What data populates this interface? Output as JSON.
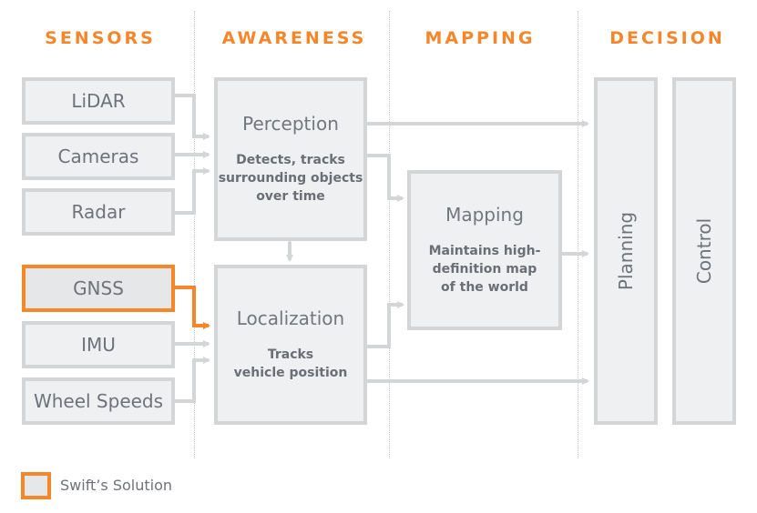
{
  "headers": {
    "sensors": "SENSORS",
    "awareness": "AWARENESS",
    "mapping": "MAPPING",
    "decision": "DECISION"
  },
  "sensors": [
    {
      "label": "LiDAR",
      "highlighted": false
    },
    {
      "label": "Cameras",
      "highlighted": false
    },
    {
      "label": "Radar",
      "highlighted": false
    },
    {
      "label": "GNSS",
      "highlighted": true
    },
    {
      "label": "IMU",
      "highlighted": false
    },
    {
      "label": "Wheel Speeds",
      "highlighted": false
    }
  ],
  "awareness": {
    "perception": {
      "title": "Perception",
      "desc_lines": [
        "Detects, tracks",
        "surrounding objects",
        "over time"
      ]
    },
    "localization": {
      "title": "Localization",
      "desc_lines": [
        "Tracks",
        "vehicle position"
      ]
    }
  },
  "mapping": {
    "title": "Mapping",
    "desc_lines": [
      "Maintains high-",
      "definition map",
      "of the world"
    ]
  },
  "decision": {
    "planning": "Planning",
    "control": "Control"
  },
  "legend": {
    "label": "Swift’s Solution"
  },
  "colors": {
    "accent": "#f5862a",
    "box_fill": "#eff0f2",
    "box_border": "#d4d5d7",
    "text": "#6e7279"
  }
}
